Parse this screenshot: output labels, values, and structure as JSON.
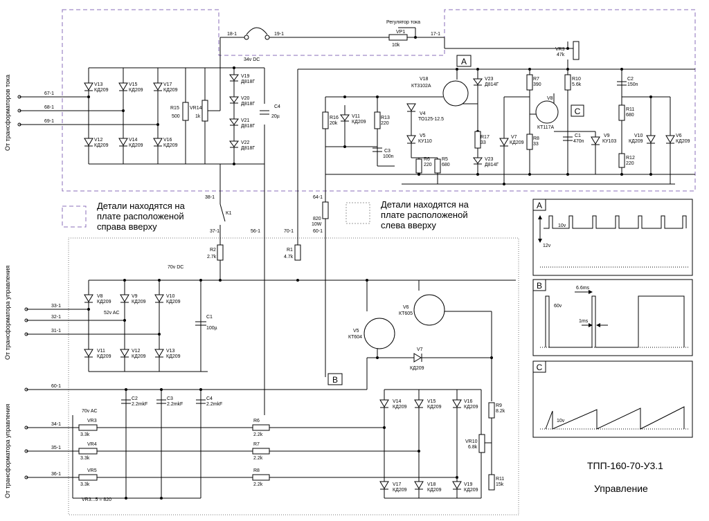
{
  "left_labels": {
    "current_transformers": "От трансформаторов тока",
    "control_transformers_1": "От трансформатора управления",
    "control_transformers_2": "От трансформатора управления"
  },
  "notes": {
    "right_top": [
      "Детали находятся на",
      "плате расположеной",
      "справа вверху"
    ],
    "left_top": [
      "Детали находятся на",
      "плате расположеной",
      "слева вверху"
    ]
  },
  "title": {
    "model": "ТПП-160-70-У3.1",
    "subtitle": "Управление"
  },
  "markers": {
    "a": "A",
    "b": "B",
    "c": "C"
  },
  "wires": {
    "w67": "67-1",
    "w68": "68-1",
    "w69": "69-1",
    "w18": "18-1",
    "w19": "19-1",
    "w17": "17-1",
    "w38": "38-1",
    "w37": "37-1",
    "w56": "56-1",
    "w70": "70-1",
    "w64": "64-1",
    "w60b": "60-1",
    "w33": "33-1",
    "w32": "32-1",
    "w31": "31-1",
    "w60": "60-1",
    "w34": "34-1",
    "w35": "35-1",
    "w36": "36-1"
  },
  "supply": {
    "v34": "34v DC",
    "v70": "70v DC",
    "v52": "52v AC",
    "v70ac": "70v AC"
  },
  "components": {
    "vp1": [
      "Регулятор тока",
      "VP1",
      "10k"
    ],
    "vr9": [
      "VR9",
      "47k"
    ],
    "v13": [
      "V13",
      "КД209"
    ],
    "v15": [
      "V15",
      "КД209"
    ],
    "v17": [
      "V17",
      "КД209"
    ],
    "v12": [
      "V12",
      "КД209"
    ],
    "v14": [
      "V14",
      "КД209"
    ],
    "v16": [
      "V16",
      "КД209"
    ],
    "r15": [
      "R15",
      "500"
    ],
    "vr14": [
      "VR14",
      "1k"
    ],
    "v19": [
      "V19",
      "Д818Г"
    ],
    "v20": [
      "V20",
      "Д818Г"
    ],
    "v21": [
      "V21",
      "Д818Г"
    ],
    "v22": [
      "V22",
      "Д818Г"
    ],
    "c4": [
      "C4",
      "20µ"
    ],
    "r16": [
      "R16",
      "20k"
    ],
    "v11": [
      "V11",
      "КД209"
    ],
    "r13": [
      "R13",
      "220"
    ],
    "c3": [
      "C3",
      "100n"
    ],
    "v4": [
      "V4",
      "ТО125-12.5"
    ],
    "v5": [
      "V5",
      "КУ110"
    ],
    "r6": [
      "R6",
      "220"
    ],
    "r5": [
      "R5",
      "680"
    ],
    "v18": [
      "V18",
      "КТ3102А"
    ],
    "v23a": [
      "V23",
      "Д814Г"
    ],
    "r17": [
      "R17",
      "33"
    ],
    "v23b": [
      "V23",
      "Д814Г"
    ],
    "v7": [
      "V7",
      "КД209"
    ],
    "r7": [
      "R7",
      "390"
    ],
    "r8": [
      "R8",
      "33"
    ],
    "v8": [
      "V8",
      "КТ117А"
    ],
    "r10": [
      "R10",
      "5.6k"
    ],
    "c1": [
      "C1",
      "470n"
    ],
    "v9": [
      "V9",
      "КУ103"
    ],
    "c2": [
      "C2",
      "150n"
    ],
    "r11": [
      "R11",
      "680"
    ],
    "r12": [
      "R12",
      "220"
    ],
    "v10": [
      "V10",
      "КД209"
    ],
    "v6": [
      "V6",
      "КД209"
    ],
    "k1": "K1",
    "r820": [
      "820",
      "10W"
    ],
    "r2": [
      "R2",
      "2.7k"
    ],
    "r1": [
      "R1",
      "4.7k"
    ],
    "b_v8": [
      "V8",
      "КД209"
    ],
    "b_v9": [
      "V9",
      "КД209"
    ],
    "b_v10": [
      "V10",
      "КД209"
    ],
    "b_v11": [
      "V11",
      "КД209"
    ],
    "b_v12": [
      "V12",
      "КД209"
    ],
    "b_v13": [
      "V13",
      "КД209"
    ],
    "b_c1": [
      "C1",
      "100µ"
    ],
    "b_v6": [
      "V6",
      "КТ605"
    ],
    "b_v5": [
      "V5",
      "КТ604"
    ],
    "b_v7": [
      "V7",
      "КД209"
    ],
    "b_c2": [
      "C2",
      "2.2mkF"
    ],
    "b_c3": [
      "C3",
      "2.2mkF"
    ],
    "b_c4": [
      "C4",
      "2.2mkF"
    ],
    "vr3": [
      "VR3",
      "3.3k"
    ],
    "vr4": [
      "VR4",
      "3.3k"
    ],
    "vr5": [
      "VR5",
      "3.3k"
    ],
    "r6b": [
      "R6",
      "2.2k"
    ],
    "r7b": [
      "R7",
      "2.2k"
    ],
    "r8b": [
      "R8",
      "2.2k"
    ],
    "b_v14": [
      "V14",
      "КД209"
    ],
    "b_v15": [
      "V15",
      "КД209"
    ],
    "b_v16": [
      "V16",
      "КД209"
    ],
    "b_v17": [
      "V17",
      "КД209"
    ],
    "b_v18": [
      "V18",
      "КД209"
    ],
    "b_v19": [
      "V19",
      "КД209"
    ],
    "r9": [
      "R9",
      "8.2k"
    ],
    "vr10": [
      "VR10",
      "6.8k"
    ],
    "r11b": [
      "R11",
      "15k"
    ],
    "vr_note": "VR3...5 = 820"
  },
  "waveforms": {
    "a": {
      "label": "A",
      "amp": "10v",
      "base": "12v"
    },
    "b": {
      "label": "B",
      "amp": "60v",
      "period": "6.6ms",
      "pulse": "1ms"
    },
    "c": {
      "label": "C",
      "amp": "10v"
    }
  }
}
